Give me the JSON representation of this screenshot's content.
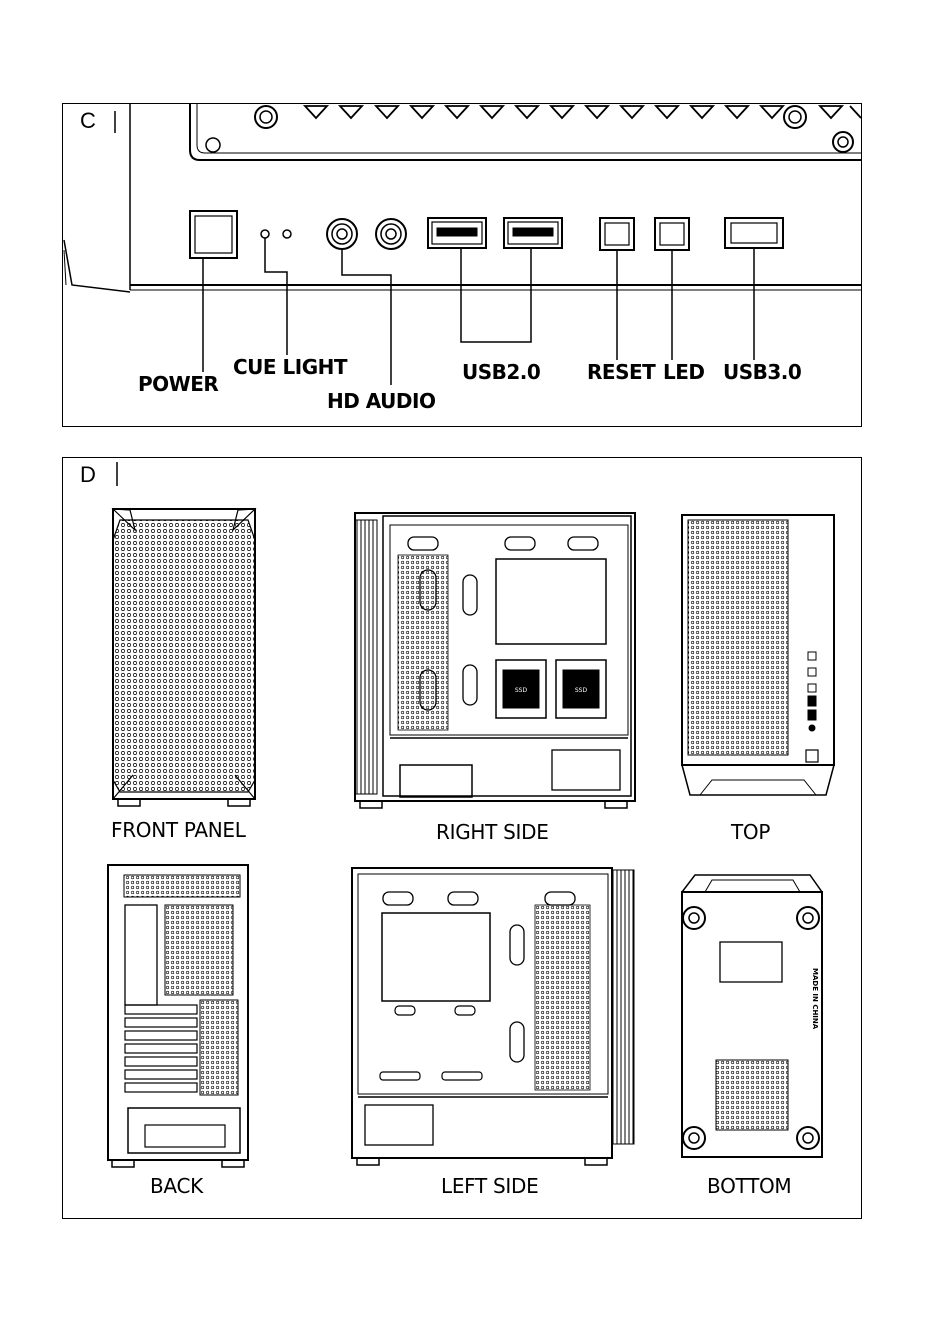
{
  "section_c": {
    "letter": "C",
    "labels": {
      "power": "POWER",
      "cue_light": "CUE LIGHT",
      "hd_audio": "HD AUDIO",
      "usb2": "USB2.0",
      "reset": "RESET",
      "led": "LED",
      "usb3": "USB3.0"
    }
  },
  "section_d": {
    "letter": "D",
    "views": {
      "front_panel": "FRONT PANEL",
      "right_side": "RIGHT SIDE",
      "top": "TOP",
      "back": "BACK",
      "left_side": "LEFT SIDE",
      "bottom": "BOTTOM"
    },
    "ssd_label": "SSD",
    "made_in": "MADE IN CHINA"
  }
}
